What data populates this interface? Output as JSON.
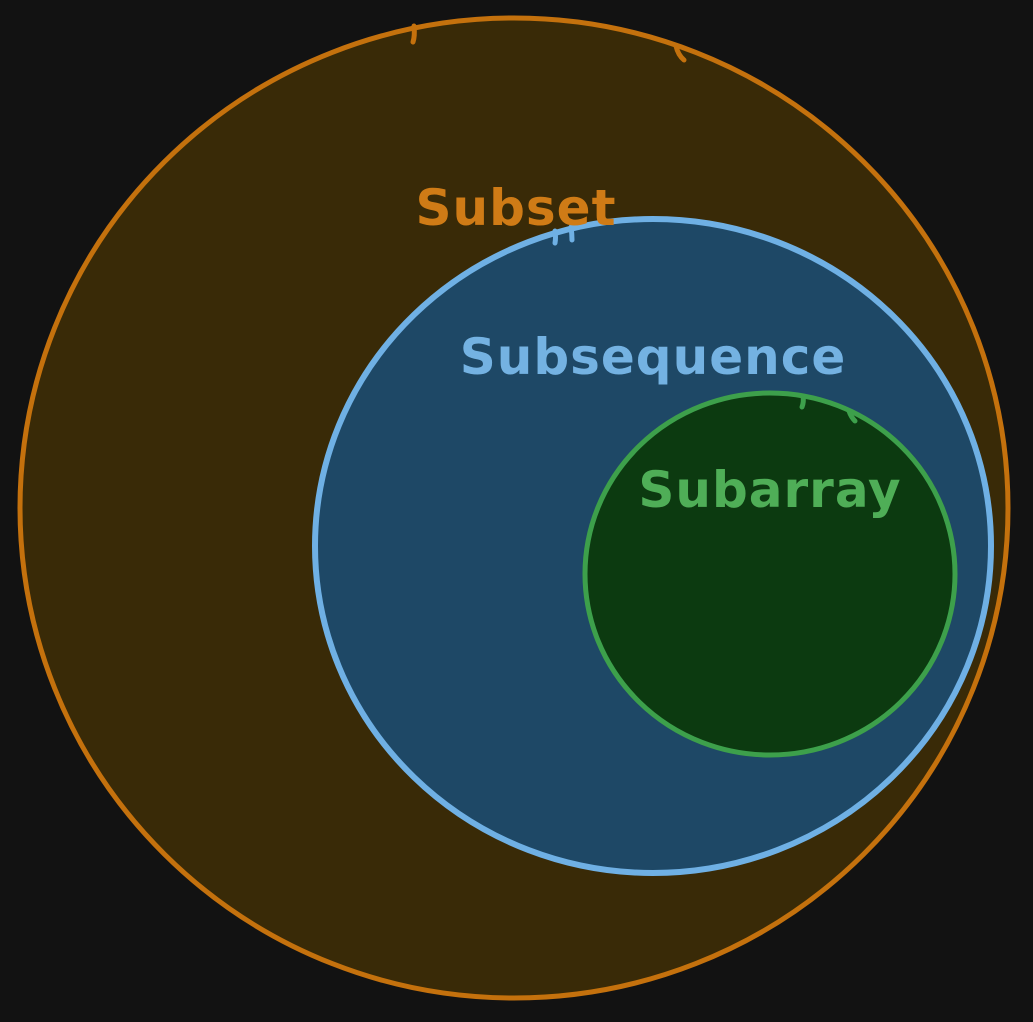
{
  "canvas": {
    "background": "#121212"
  },
  "diagram": {
    "type": "nested-venn",
    "description": "Subarray inside Subsequence inside Subset",
    "sets": [
      {
        "label": "Subset",
        "stroke": "#c4710d",
        "fill": "#392a07",
        "text_color": "#cf7b16"
      },
      {
        "label": "Subsequence",
        "stroke": "#6fb0e4",
        "fill": "#1e4866",
        "text_color": "#74b2e2"
      },
      {
        "label": "Subarray",
        "stroke": "#3da04b",
        "fill": "#0c3a10",
        "text_color": "#4fae57"
      }
    ]
  }
}
